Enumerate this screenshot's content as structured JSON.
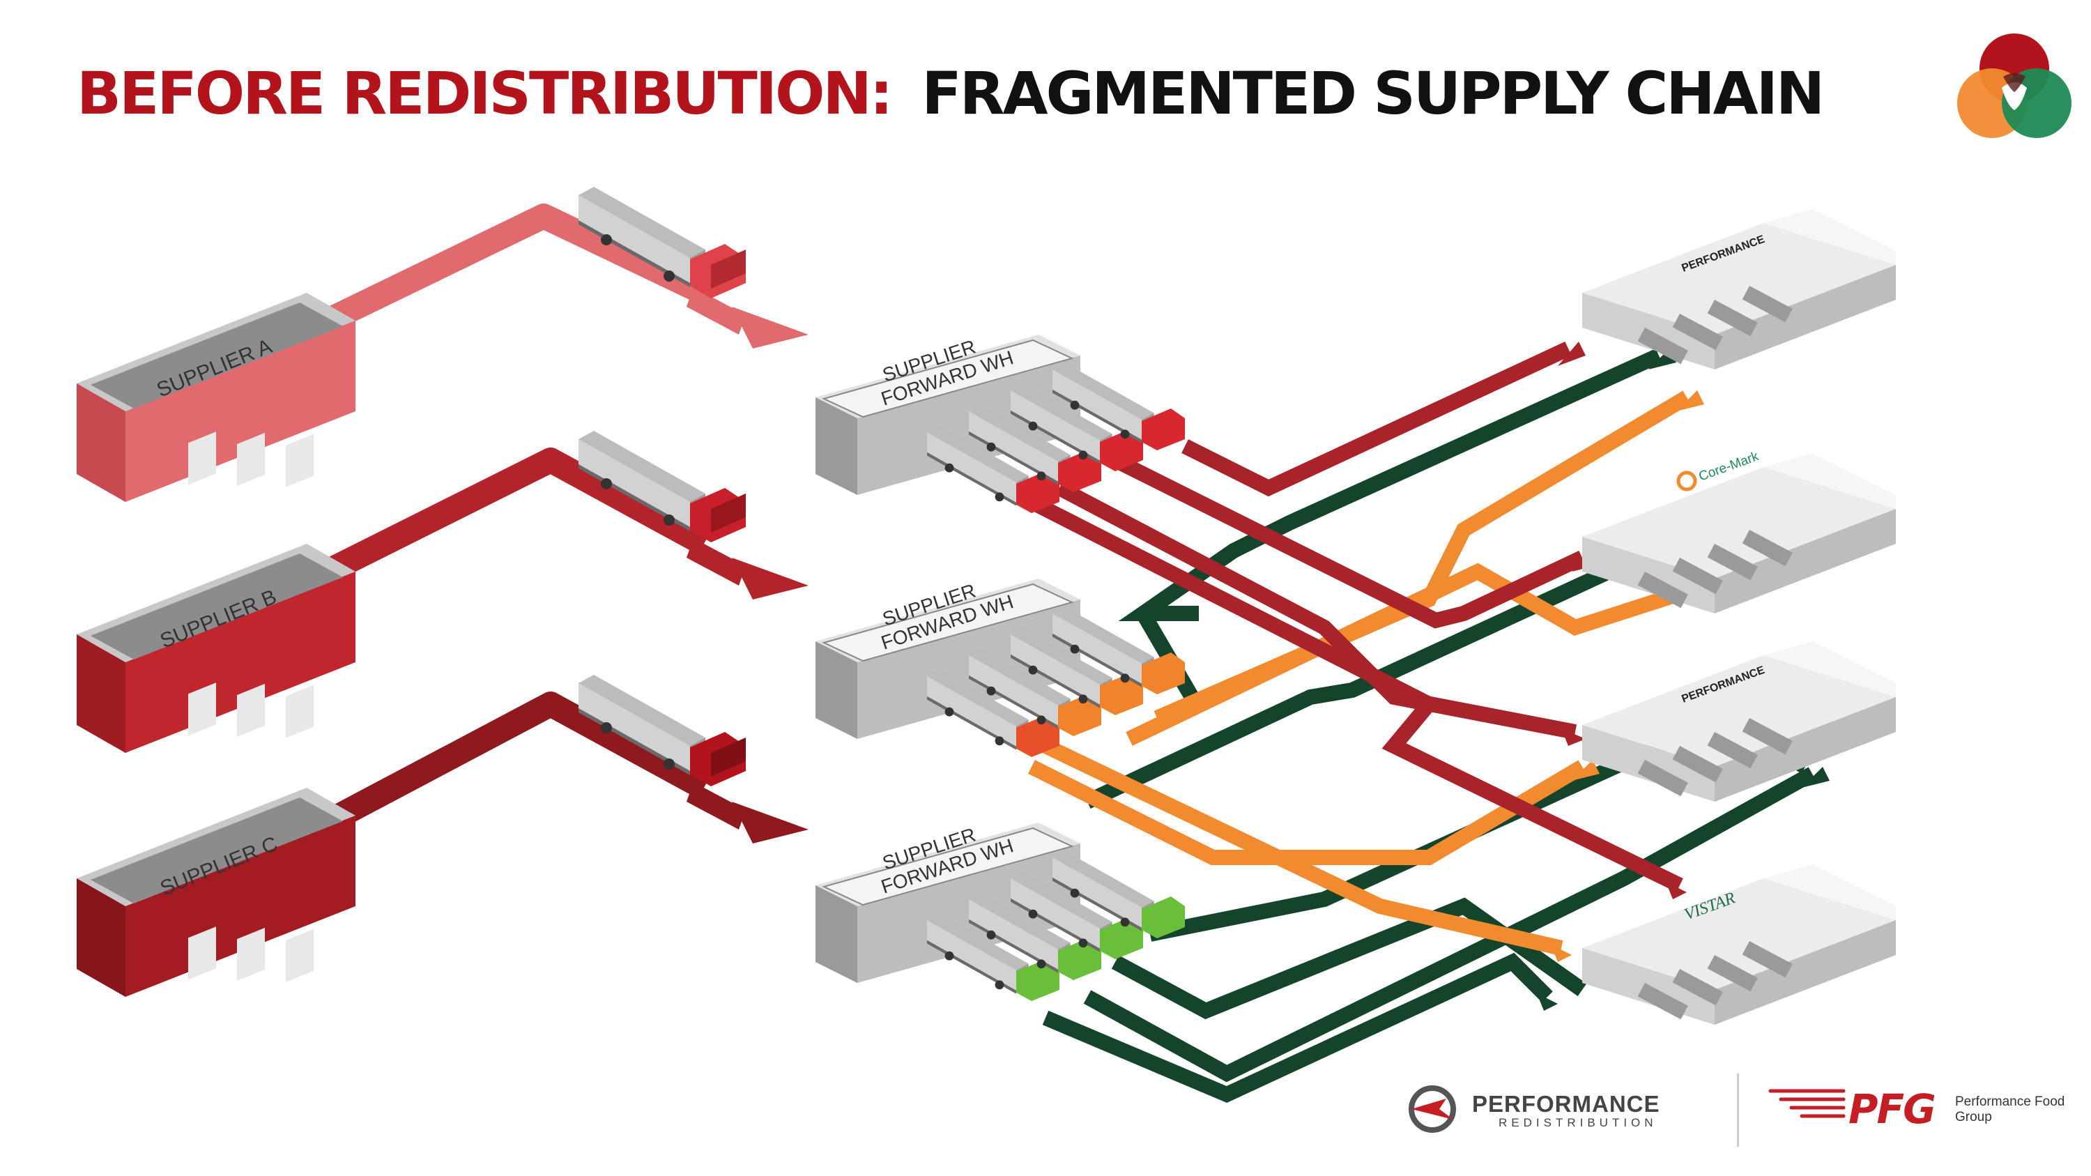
{
  "title": {
    "part1": "BEFORE REDISTRIBUTION:",
    "part2": "FRAGMENTED SUPPLY CHAIN"
  },
  "suppliers": [
    {
      "label": "SUPPLIER A",
      "color": "#e06a6e"
    },
    {
      "label": "SUPPLIER B",
      "color": "#c0262d"
    },
    {
      "label": "SUPPLIER C",
      "color": "#a31c22"
    }
  ],
  "warehouses": [
    {
      "line1": "SUPPLIER",
      "line2": "FORWARD WH",
      "truck_color": "#d8282f"
    },
    {
      "line1": "SUPPLIER",
      "line2": "FORWARD WH",
      "truck_color": "#f0832c"
    },
    {
      "line1": "SUPPLIER",
      "line2": "FORWARD WH",
      "truck_color": "#6abf3a"
    }
  ],
  "distributors": [
    {
      "sign": "PERFORMANCE"
    },
    {
      "sign": "Core-Mark"
    },
    {
      "sign": "PERFORMANCE"
    },
    {
      "sign": "VISTAR"
    }
  ],
  "flow_colors": {
    "red": "#a8232a",
    "orange": "#f28a30",
    "green": "#15442c"
  },
  "footer": {
    "perf_name": "PERFORMANCE",
    "perf_sub": "REDISTRIBUTION",
    "pfg_mark": "PFG",
    "pfg_name": "Performance Food Group"
  }
}
